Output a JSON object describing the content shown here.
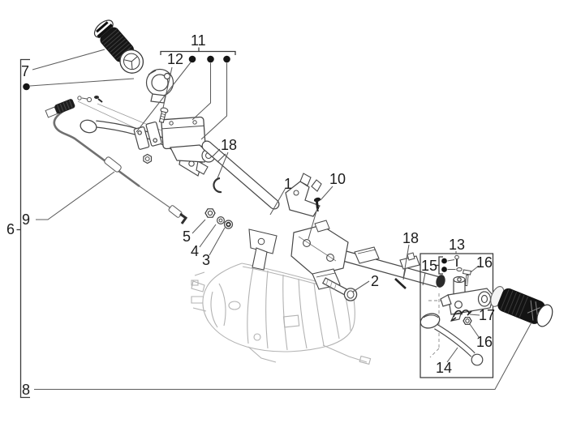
{
  "diagram": {
    "description": "Exploded parts diagram of a scooter handlebar assembly with numbered callouts",
    "colors": {
      "background": "#ffffff",
      "ink": "#474747",
      "leader": "#5c5c5c",
      "marker": "#151515",
      "light_detail": "#b3b3b3",
      "grip": "#161616"
    },
    "callouts": {
      "c7": {
        "label": "7"
      },
      "c11": {
        "label": "11"
      },
      "c12": {
        "label": "12"
      },
      "c18a": {
        "label": "18"
      },
      "c9": {
        "label": "9"
      },
      "c6": {
        "label": "6"
      },
      "c5": {
        "label": "5"
      },
      "c4": {
        "label": "4"
      },
      "c3": {
        "label": "3"
      },
      "c1": {
        "label": "1"
      },
      "c10": {
        "label": "10"
      },
      "c2": {
        "label": "2"
      },
      "c18b": {
        "label": "18"
      },
      "c13": {
        "label": "13"
      },
      "c15": {
        "label": "15"
      },
      "c16a": {
        "label": "16"
      },
      "c17": {
        "label": "17"
      },
      "c16b": {
        "label": "16"
      },
      "c14": {
        "label": "14"
      },
      "c8": {
        "label": "8"
      }
    }
  }
}
